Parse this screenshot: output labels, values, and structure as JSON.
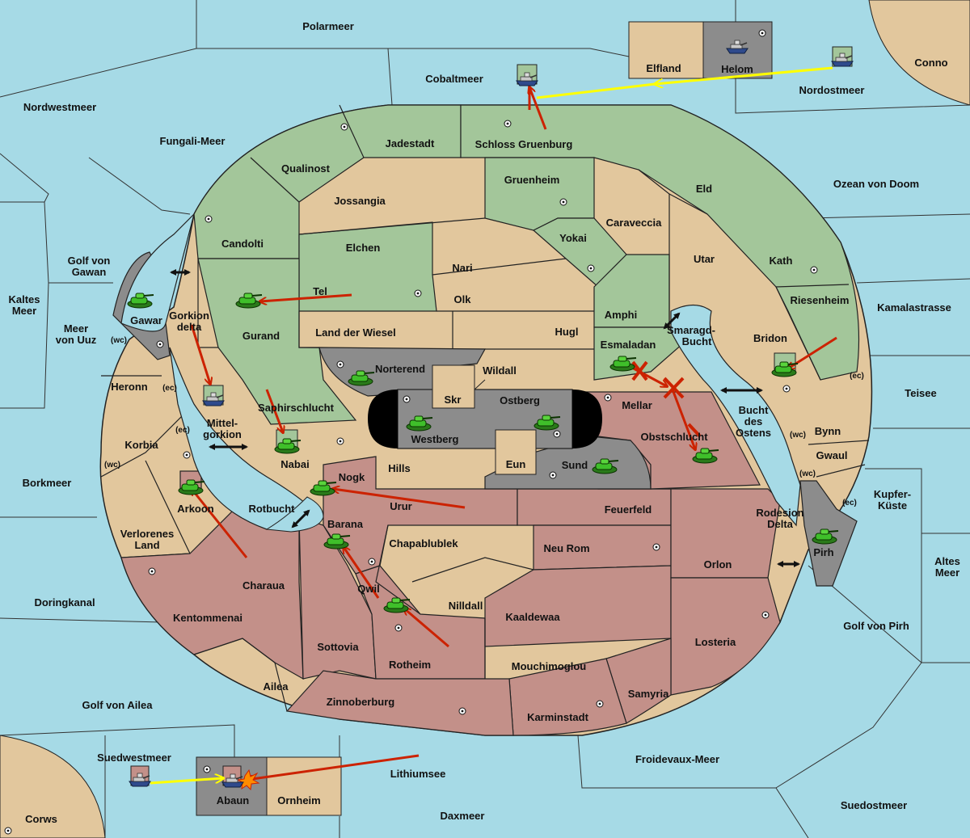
{
  "colors": {
    "sea": "#a6dae6",
    "neutral": "#e2c79d",
    "green": "#a3c69a",
    "red": "#c39089",
    "grey": "#8c8c8c",
    "black": "#000000",
    "order_red": "#cc2200",
    "order_yellow": "#ffff00"
  },
  "sea_labels": {
    "polarmeer": "Polarmeer",
    "cobaltmeer": "Cobaltmeer",
    "nordostmeer": "Nordostmeer",
    "conno": "Conno",
    "nordwestmeer": "Nordwestmeer",
    "fungali": "Fungali-Meer",
    "ozean": "Ozean von Doom",
    "golf_gawan": "Golf von\nGawan",
    "kaltes": "Kaltes\nMeer",
    "meer_uuz": "Meer\nvon Uuz",
    "kamalastrasse": "Kamalastrasse",
    "teisee": "Teisee",
    "borkmeer": "Borkmeer",
    "kupfer": "Kupfer-\nKüste",
    "altes": "Altes\nMeer",
    "doringkanal": "Doringkanal",
    "golf_pirh": "Golf von Pirh",
    "golf_ailea": "Golf von Ailea",
    "froidevaux": "Froidevaux-Meer",
    "suedwestmeer": "Suedwestmeer",
    "lithiumsee": "Lithiumsee",
    "suedostmeer": "Suedostmeer",
    "daxmeer": "Daxmeer",
    "corws": "Corws",
    "gorkion_delta": "Gorkion\ndelta",
    "mittelgorkion": "Mittel-\ngorkion",
    "rotbucht": "Rotbucht",
    "smaragd": "Smaragd-\nBucht",
    "bucht_ostens": "Bucht\ndes\nOstens",
    "rodesion": "Rodesion\nDelta"
  },
  "land_labels": {
    "elfland": "Elfland",
    "helom": "Helom",
    "jadestadt": "Jadestadt",
    "schloss": "Schloss Gruenburg",
    "qualinost": "Qualinost",
    "jossangia": "Jossangia",
    "gruenheim": "Gruenheim",
    "eld": "Eld",
    "caraveccia": "Caraveccia",
    "candolti": "Candolti",
    "elchen": "Elchen",
    "yokai": "Yokai",
    "utar": "Utar",
    "kath": "Kath",
    "nari": "Nari",
    "tel": "Tel",
    "olk": "Olk",
    "amphi": "Amphi",
    "riesenheim": "Riesenheim",
    "gawar": "Gawar",
    "gurand": "Gurand",
    "land_wiesel": "Land der Wiesel",
    "hugl": "Hugl",
    "esmaladan": "Esmaladan",
    "bridon": "Bridon",
    "norterend": "Norterend",
    "wildall": "Wildall",
    "heronn": "Heronn",
    "skr": "Skr",
    "ostberg": "Ostberg",
    "mellar": "Mellar",
    "saphir": "Saphirschlucht",
    "westberg": "Westberg",
    "obstschlucht": "Obstschlucht",
    "bynn": "Bynn",
    "korbia": "Korbia",
    "nabai": "Nabai",
    "hills": "Hills",
    "eun": "Eun",
    "sund": "Sund",
    "gwaul": "Gwaul",
    "nogk": "Nogk",
    "arkoon": "Arkoon",
    "urur": "Urur",
    "feuerfeld": "Feuerfeld",
    "barana": "Barana",
    "verlorenes": "Verlorenes\nLand",
    "chapa": "Chapablublek",
    "neu_rom": "Neu Rom",
    "orlon": "Orlon",
    "pirh": "Pirh",
    "charaua": "Charaua",
    "qwil": "Qwil",
    "nilldall": "Nilldall",
    "kentommenai": "Kentommenai",
    "kaaldewaa": "Kaaldewaa",
    "losteria": "Losteria",
    "sottovia": "Sottovia",
    "rotheim": "Rotheim",
    "mouchimoglou": "Mouchimoglou",
    "ailea": "Ailea",
    "samyria": "Samyria",
    "zinnoberburg": "Zinnoberburg",
    "karminstadt": "Karminstadt",
    "abaun": "Abaun",
    "ornheim": "Ornheim"
  },
  "coast_tags": {
    "wc1": "(wc)",
    "ec1": "(ec)",
    "ec2": "(ec)",
    "wc2": "(wc)",
    "ec3": "(ec)",
    "wc3": "(wc)",
    "wc4": "(wc)",
    "ec4": "(ec)"
  },
  "icons": {
    "army": "tank-icon",
    "fleet": "ship-icon",
    "supply_center": "supply-center-dot",
    "bounce": "x-mark",
    "explosion": "explosion-icon"
  }
}
